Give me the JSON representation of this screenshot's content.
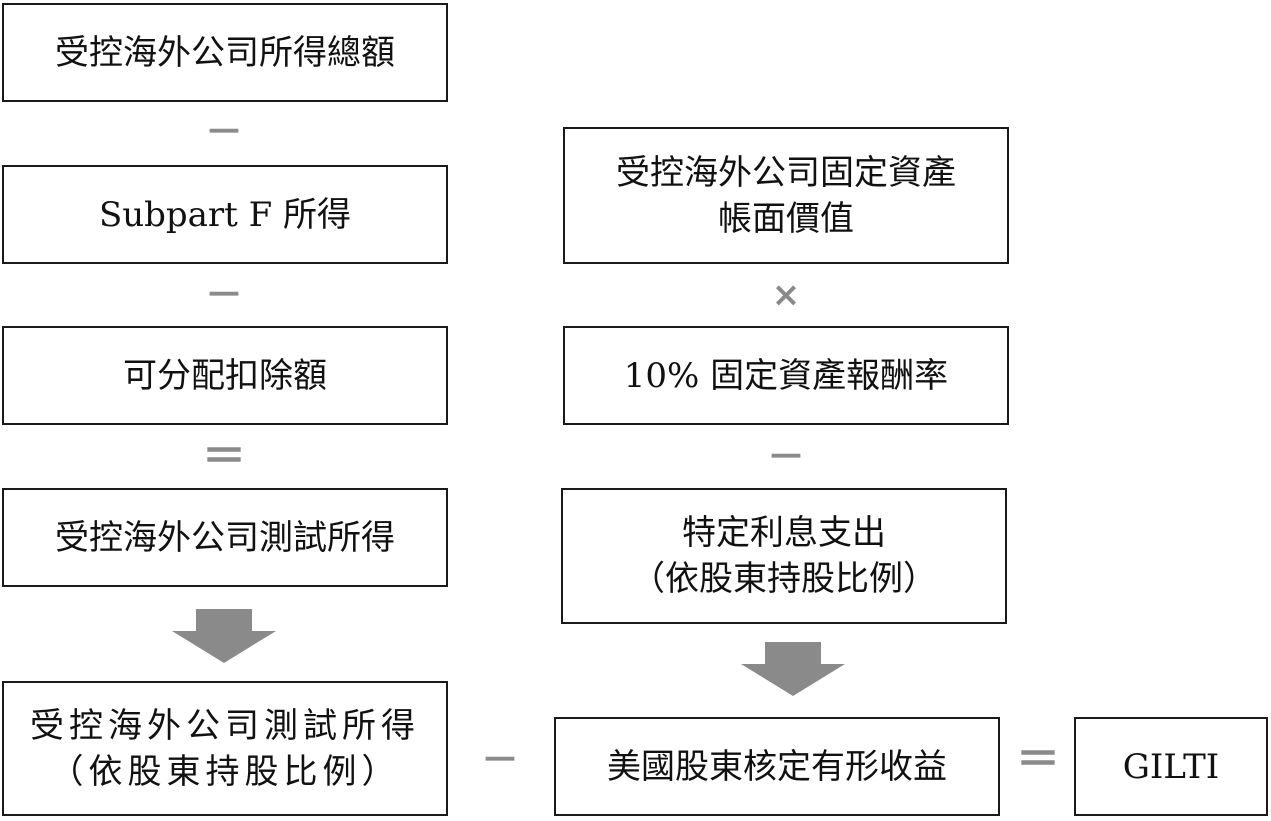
{
  "left_column": {
    "box1": "受控海外公司所得總額",
    "op1": "－",
    "box2": "Subpart F 所得",
    "op2": "－",
    "box3": "可分配扣除額",
    "op3": "＝",
    "box4": "受控海外公司測試所得",
    "box5_line1": "受控海外公司測試所得",
    "box5_line2": "（依股東持股比例）"
  },
  "right_column": {
    "box1_line1": "受控海外公司固定資產",
    "box1_line2": "帳面價值",
    "op1": "×",
    "box2": "10% 固定資產報酬率",
    "op2": "－",
    "box3_line1": "特定利息支出",
    "box3_line2": "（依股東持股比例）",
    "box4": "美國股東核定有形收益"
  },
  "bottom_row": {
    "op_minus": "－",
    "op_equals": "＝",
    "result": "GILTI"
  },
  "colors": {
    "operator": "#8a8a8a",
    "arrow": "#8a8a8a",
    "border": "#1a1a1a"
  }
}
